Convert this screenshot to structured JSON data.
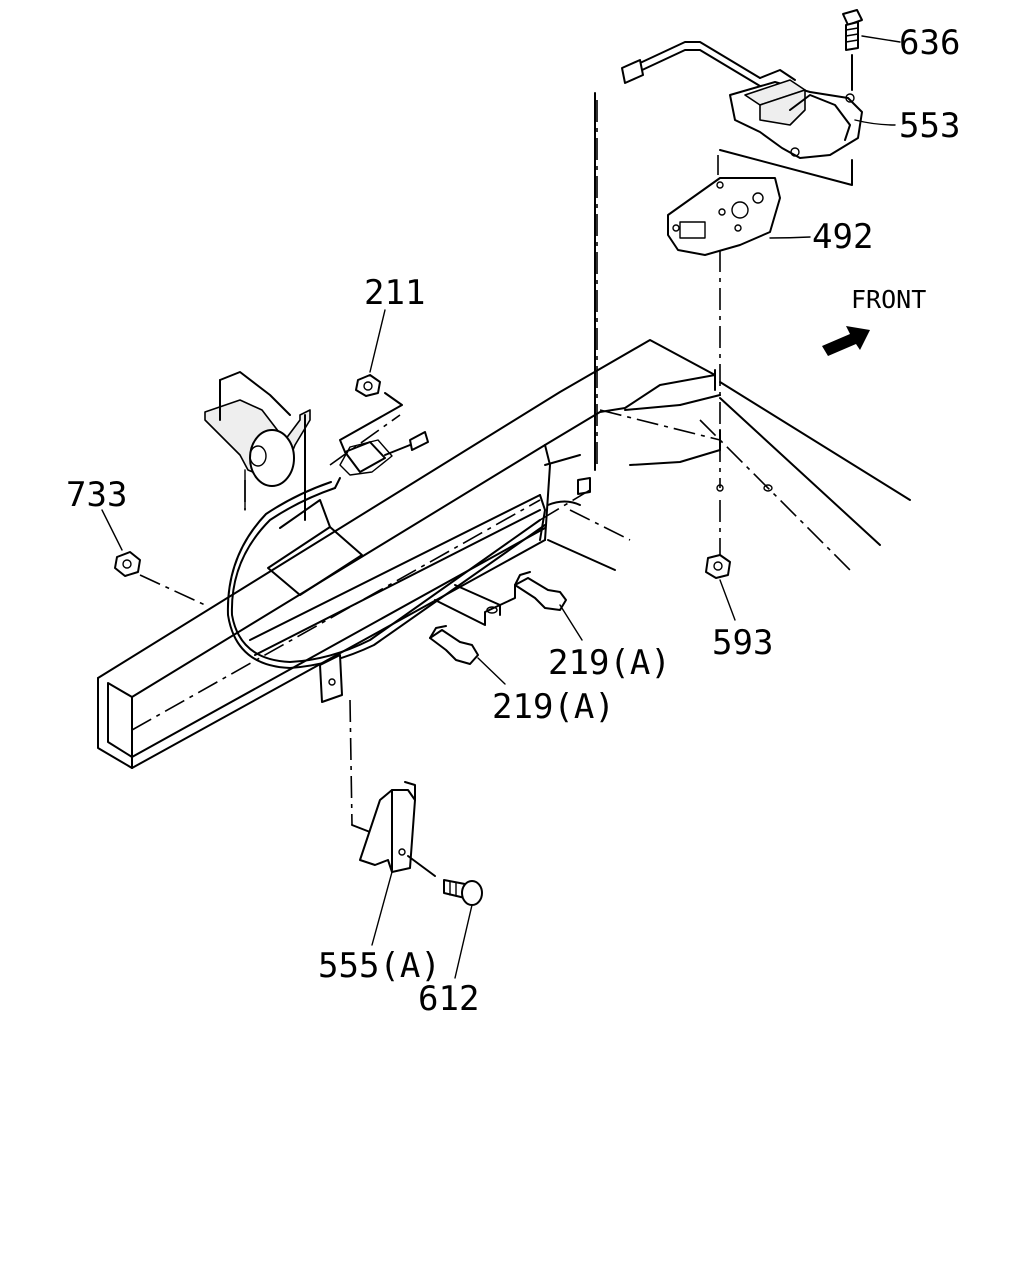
{
  "diagram": {
    "front_label": "FRONT",
    "callouts": [
      {
        "id": "636",
        "text": "636"
      },
      {
        "id": "553",
        "text": "553"
      },
      {
        "id": "492",
        "text": "492"
      },
      {
        "id": "211",
        "text": "211"
      },
      {
        "id": "733",
        "text": "733"
      },
      {
        "id": "593",
        "text": "593"
      },
      {
        "id": "219a-upper",
        "text": "219(A)"
      },
      {
        "id": "219a-lower",
        "text": "219(A)"
      },
      {
        "id": "555a",
        "text": "555(A)"
      },
      {
        "id": "612",
        "text": "612"
      }
    ]
  }
}
